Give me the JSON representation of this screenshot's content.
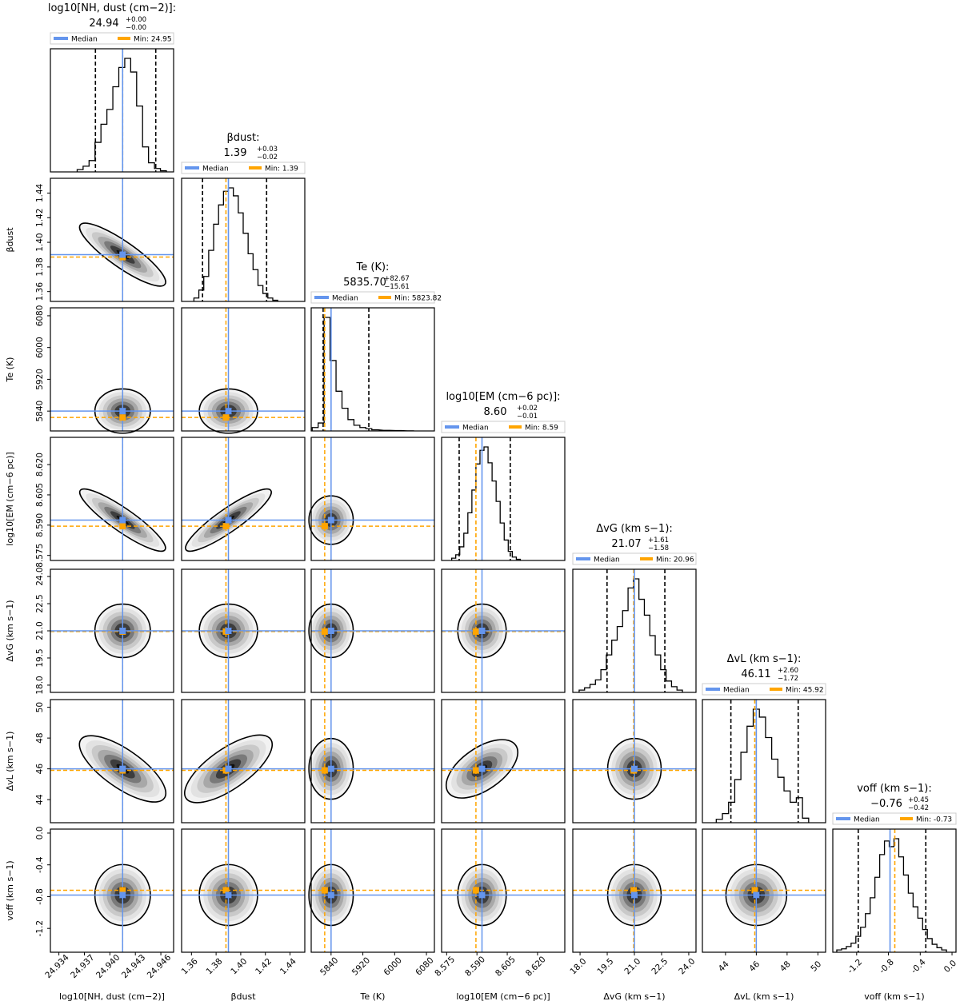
{
  "chart_data": {
    "type": "corner",
    "legend": {
      "median_label": "Median",
      "min_prefix": "Min: "
    },
    "colors": {
      "median": "#6495ed",
      "min": "#ffa500",
      "contour": "#000000",
      "quantile": "#000000",
      "hist": "#000000"
    },
    "parameters": [
      {
        "key": "nh",
        "title": "log10[NH, dust (cm−2)]:",
        "value": "24.94",
        "err_plus": "+0.00",
        "err_minus": "−0.00",
        "axis_label": "log10[NH, dust (cm−2)]",
        "min_label": "24.95",
        "range": [
          24.933,
          24.9475
        ],
        "ticks": [
          "24.934",
          "24.937",
          "24.940",
          "24.943",
          "24.946"
        ],
        "median": 24.9415,
        "min": 24.9415,
        "q_lo": 24.9383,
        "q_hi": 24.9454,
        "hist_x": [
          24.9365,
          24.9372,
          24.9379,
          24.9386,
          24.9393,
          24.94,
          24.9407,
          24.9414,
          24.9421,
          24.9428,
          24.9435,
          24.9442,
          24.9449,
          24.9456,
          24.9463
        ],
        "hist_y": [
          0.02,
          0.05,
          0.1,
          0.26,
          0.42,
          0.55,
          0.75,
          0.92,
          1.0,
          0.88,
          0.58,
          0.22,
          0.08,
          0.03,
          0.01
        ]
      },
      {
        "key": "beta",
        "title": "βdust:",
        "value": "1.39",
        "err_plus": "+0.03",
        "err_minus": "−0.02",
        "axis_label": "βdust",
        "min_label": "1.39",
        "range": [
          1.352,
          1.452
        ],
        "ticks": [
          "1.36",
          "1.38",
          "1.40",
          "1.42",
          "1.44"
        ],
        "median": 1.39,
        "min": 1.388,
        "q_lo": 1.369,
        "q_hi": 1.421,
        "hist_x": [
          1.364,
          1.368,
          1.372,
          1.376,
          1.38,
          1.384,
          1.388,
          1.392,
          1.396,
          1.4,
          1.404,
          1.408,
          1.412,
          1.416,
          1.42,
          1.424,
          1.428
        ],
        "hist_y": [
          0.03,
          0.1,
          0.22,
          0.45,
          0.68,
          0.85,
          0.97,
          1.0,
          0.93,
          0.78,
          0.6,
          0.42,
          0.28,
          0.14,
          0.07,
          0.03,
          0.01
        ]
      },
      {
        "key": "te",
        "title": "Te (K):",
        "value": "5835.70",
        "err_plus": "+82.67",
        "err_minus": "−15.61",
        "axis_label": "Te (K)",
        "min_label": "5823.82",
        "range": [
          5790,
          6100
        ],
        "ticks": [
          "5840",
          "5920",
          "6000",
          "6080"
        ],
        "median": 5840,
        "min": 5824,
        "q_lo": 5820,
        "q_hi": 5935,
        "hist_x": [
          5800,
          5815,
          5830,
          5845,
          5860,
          5875,
          5890,
          5905,
          5920,
          5935,
          5950,
          5980,
          6010,
          6040
        ],
        "hist_y": [
          0.03,
          0.07,
          1.0,
          0.62,
          0.35,
          0.2,
          0.1,
          0.05,
          0.03,
          0.02,
          0.01,
          0.005,
          0.003,
          0.001
        ]
      },
      {
        "key": "em",
        "title": "log10[EM (cm−6 pc)]:",
        "value": "8.60",
        "err_plus": "+0.02",
        "err_minus": "−0.01",
        "axis_label": "log10[EM (cm−6 pc)]",
        "min_label": "8.59",
        "range": [
          8.5725,
          8.6335
        ],
        "ticks": [
          "8.575",
          "8.590",
          "8.605",
          "8.620"
        ],
        "median": 8.5925,
        "min": 8.5895,
        "q_lo": 8.5812,
        "q_hi": 8.6065,
        "hist_x": [
          8.5785,
          8.5805,
          8.5825,
          8.5845,
          8.5865,
          8.5885,
          8.5905,
          8.5925,
          8.5945,
          8.5965,
          8.5985,
          8.6005,
          8.6025,
          8.6045,
          8.6065,
          8.6085,
          8.6105
        ],
        "hist_y": [
          0.02,
          0.05,
          0.12,
          0.24,
          0.42,
          0.62,
          0.85,
          0.97,
          1.0,
          0.86,
          0.7,
          0.52,
          0.33,
          0.18,
          0.08,
          0.03,
          0.01
        ]
      },
      {
        "key": "dvg",
        "title": "ΔvG (km s−1):",
        "value": "21.07",
        "err_plus": "+1.61",
        "err_minus": "−1.58",
        "axis_label": "ΔvG (km s−1)",
        "min_label": "20.96",
        "range": [
          17.6,
          24.4
        ],
        "ticks": [
          "18.0",
          "19.5",
          "21.0",
          "22.5",
          "24.0"
        ],
        "median": 21.0,
        "min": 20.96,
        "q_lo": 19.49,
        "q_hi": 22.68,
        "hist_x": [
          18.1,
          18.4,
          18.7,
          19.0,
          19.3,
          19.6,
          19.9,
          20.2,
          20.5,
          20.8,
          21.1,
          21.4,
          21.7,
          22.0,
          22.3,
          22.6,
          22.9,
          23.2,
          23.5
        ],
        "hist_y": [
          0.02,
          0.04,
          0.07,
          0.11,
          0.2,
          0.33,
          0.46,
          0.58,
          0.72,
          0.92,
          1.0,
          0.82,
          0.68,
          0.5,
          0.33,
          0.2,
          0.1,
          0.05,
          0.02
        ]
      },
      {
        "key": "dvl",
        "title": "ΔvL (km s−1):",
        "value": "46.11",
        "err_plus": "+2.60",
        "err_minus": "−1.72",
        "axis_label": "ΔvL (km s−1)",
        "min_label": "45.92",
        "range": [
          42.5,
          50.5
        ],
        "ticks": [
          "44",
          "46",
          "48",
          "50"
        ],
        "median": 46.0,
        "min": 45.9,
        "q_lo": 44.35,
        "q_hi": 48.72,
        "hist_x": [
          43.6,
          44.0,
          44.4,
          44.8,
          45.2,
          45.6,
          46.0,
          46.4,
          46.8,
          47.2,
          47.6,
          48.0,
          48.4,
          48.8,
          49.2
        ],
        "hist_y": [
          0.03,
          0.08,
          0.18,
          0.38,
          0.62,
          0.85,
          1.0,
          0.93,
          0.75,
          0.56,
          0.4,
          0.28,
          0.18,
          0.22,
          0.04
        ]
      },
      {
        "key": "voff",
        "title": "voff (km s−1):",
        "value": "−0.76",
        "err_plus": "+0.45",
        "err_minus": "−0.42",
        "axis_label": "voff (km s−1)",
        "min_label": "-0.73",
        "range": [
          -1.5,
          0.05
        ],
        "ticks": [
          "-1.2",
          "-0.8",
          "-0.4",
          "0.0"
        ],
        "median": -0.78,
        "min": -0.72,
        "q_lo": -1.18,
        "q_hi": -0.33,
        "hist_x": [
          -1.42,
          -1.36,
          -1.3,
          -1.24,
          -1.18,
          -1.12,
          -1.06,
          -1.0,
          -0.94,
          -0.88,
          -0.82,
          -0.76,
          -0.7,
          -0.64,
          -0.58,
          -0.52,
          -0.46,
          -0.4,
          -0.34,
          -0.28,
          -0.22,
          -0.16,
          -0.1
        ],
        "hist_y": [
          0.02,
          0.03,
          0.05,
          0.08,
          0.14,
          0.22,
          0.34,
          0.48,
          0.66,
          0.86,
          0.98,
          0.93,
          1.0,
          0.84,
          0.68,
          0.52,
          0.4,
          0.3,
          0.2,
          0.12,
          0.07,
          0.04,
          0.02
        ]
      }
    ]
  }
}
